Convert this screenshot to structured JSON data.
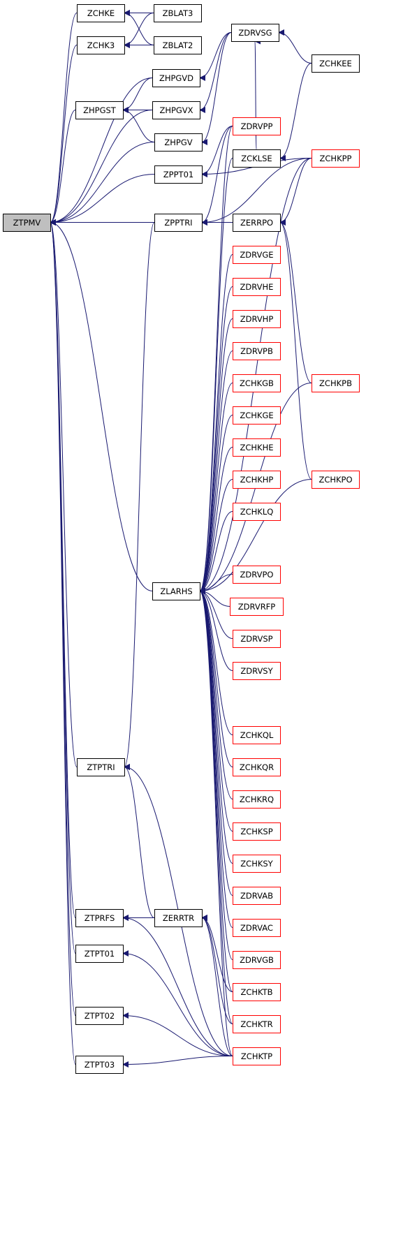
{
  "colors": {
    "edge": "#191970",
    "node_border": "#000000",
    "node_border_undocumented": "#ff0000",
    "focus_fill": "#bfbfbf",
    "node_fill": "#ffffff"
  },
  "nodes": [
    {
      "id": "ZTPMV",
      "label": "ZTPMV",
      "style": "focus"
    },
    {
      "id": "ZCHKE",
      "label": "ZCHKE",
      "style": "normal"
    },
    {
      "id": "ZBLAT3",
      "label": "ZBLAT3",
      "style": "normal"
    },
    {
      "id": "ZCHK3",
      "label": "ZCHK3",
      "style": "normal"
    },
    {
      "id": "ZBLAT2",
      "label": "ZBLAT2",
      "style": "normal"
    },
    {
      "id": "ZDRVSG",
      "label": "ZDRVSG",
      "style": "normal"
    },
    {
      "id": "ZCHKEE",
      "label": "ZCHKEE",
      "style": "normal"
    },
    {
      "id": "ZHPGVD",
      "label": "ZHPGVD",
      "style": "normal"
    },
    {
      "id": "ZHPGST",
      "label": "ZHPGST",
      "style": "normal"
    },
    {
      "id": "ZHPGVX",
      "label": "ZHPGVX",
      "style": "normal"
    },
    {
      "id": "ZDRVPP",
      "label": "ZDRVPP",
      "style": "red"
    },
    {
      "id": "ZHPGV",
      "label": "ZHPGV",
      "style": "normal"
    },
    {
      "id": "ZCKLSE",
      "label": "ZCKLSE",
      "style": "normal"
    },
    {
      "id": "ZCHKPP",
      "label": "ZCHKPP",
      "style": "red"
    },
    {
      "id": "ZPPT01",
      "label": "ZPPT01",
      "style": "normal"
    },
    {
      "id": "ZPPTRI",
      "label": "ZPPTRI",
      "style": "normal"
    },
    {
      "id": "ZERRPO",
      "label": "ZERRPO",
      "style": "normal"
    },
    {
      "id": "ZDRVGE",
      "label": "ZDRVGE",
      "style": "red"
    },
    {
      "id": "ZDRVHE",
      "label": "ZDRVHE",
      "style": "red"
    },
    {
      "id": "ZDRVHP",
      "label": "ZDRVHP",
      "style": "red"
    },
    {
      "id": "ZDRVPB",
      "label": "ZDRVPB",
      "style": "red"
    },
    {
      "id": "ZCHKGB",
      "label": "ZCHKGB",
      "style": "red"
    },
    {
      "id": "ZCHKPB",
      "label": "ZCHKPB",
      "style": "red"
    },
    {
      "id": "ZCHKGE",
      "label": "ZCHKGE",
      "style": "red"
    },
    {
      "id": "ZCHKHE",
      "label": "ZCHKHE",
      "style": "red"
    },
    {
      "id": "ZCHKHP",
      "label": "ZCHKHP",
      "style": "red"
    },
    {
      "id": "ZCHKPO",
      "label": "ZCHKPO",
      "style": "red"
    },
    {
      "id": "ZCHKLQ",
      "label": "ZCHKLQ",
      "style": "red"
    },
    {
      "id": "ZDRVPO",
      "label": "ZDRVPO",
      "style": "red"
    },
    {
      "id": "ZLARHS",
      "label": "ZLARHS",
      "style": "normal"
    },
    {
      "id": "ZDRVRFP",
      "label": "ZDRVRFP",
      "style": "red"
    },
    {
      "id": "ZDRVSP",
      "label": "ZDRVSP",
      "style": "red"
    },
    {
      "id": "ZDRVSY",
      "label": "ZDRVSY",
      "style": "red"
    },
    {
      "id": "ZCHKQL",
      "label": "ZCHKQL",
      "style": "red"
    },
    {
      "id": "ZTPTRI",
      "label": "ZTPTRI",
      "style": "normal"
    },
    {
      "id": "ZCHKQR",
      "label": "ZCHKQR",
      "style": "red"
    },
    {
      "id": "ZCHKRQ",
      "label": "ZCHKRQ",
      "style": "red"
    },
    {
      "id": "ZCHKSP",
      "label": "ZCHKSP",
      "style": "red"
    },
    {
      "id": "ZCHKSY",
      "label": "ZCHKSY",
      "style": "red"
    },
    {
      "id": "ZDRVAB",
      "label": "ZDRVAB",
      "style": "red"
    },
    {
      "id": "ZTPRFS",
      "label": "ZTPRFS",
      "style": "normal"
    },
    {
      "id": "ZERRTR",
      "label": "ZERRTR",
      "style": "normal"
    },
    {
      "id": "ZDRVAC",
      "label": "ZDRVAC",
      "style": "red"
    },
    {
      "id": "ZTPT01",
      "label": "ZTPT01",
      "style": "normal"
    },
    {
      "id": "ZDRVGB",
      "label": "ZDRVGB",
      "style": "red"
    },
    {
      "id": "ZCHKTB",
      "label": "ZCHKTB",
      "style": "red"
    },
    {
      "id": "ZTPT02",
      "label": "ZTPT02",
      "style": "normal"
    },
    {
      "id": "ZCHKTR",
      "label": "ZCHKTR",
      "style": "red"
    },
    {
      "id": "ZCHKTP",
      "label": "ZCHKTP",
      "style": "red"
    },
    {
      "id": "ZTPT03",
      "label": "ZTPT03",
      "style": "normal"
    }
  ],
  "edges": [
    [
      "ZCHKE",
      "ZTPMV"
    ],
    [
      "ZBLAT3",
      "ZCHKE"
    ],
    [
      "ZBLAT2",
      "ZCHKE"
    ],
    [
      "ZCHK3",
      "ZTPMV"
    ],
    [
      "ZBLAT3",
      "ZCHK3"
    ],
    [
      "ZBLAT2",
      "ZCHK3"
    ],
    [
      "ZHPGVD",
      "ZTPMV"
    ],
    [
      "ZDRVSG",
      "ZHPGVD"
    ],
    [
      "ZCHKEE",
      "ZDRVSG"
    ],
    [
      "ZHPGST",
      "ZTPMV"
    ],
    [
      "ZHPGVD",
      "ZHPGST"
    ],
    [
      "ZHPGVX",
      "ZHPGST"
    ],
    [
      "ZHPGV",
      "ZHPGST"
    ],
    [
      "ZDRVSG",
      "ZHPGVX"
    ],
    [
      "ZDRVSG",
      "ZHPGV"
    ],
    [
      "ZHPGVX",
      "ZTPMV"
    ],
    [
      "ZHPGV",
      "ZTPMV"
    ],
    [
      "ZCKLSE",
      "ZDRVSG"
    ],
    [
      "ZCHKEE",
      "ZCKLSE"
    ],
    [
      "ZPPT01",
      "ZTPMV"
    ],
    [
      "ZDRVPP",
      "ZPPT01"
    ],
    [
      "ZCHKPP",
      "ZPPT01"
    ],
    [
      "ZPPTRI",
      "ZTPMV"
    ],
    [
      "ZERRPO",
      "ZPPTRI"
    ],
    [
      "ZDRVPP",
      "ZPPTRI"
    ],
    [
      "ZCHKPP",
      "ZPPTRI"
    ],
    [
      "ZCHKPP",
      "ZERRPO"
    ],
    [
      "ZCHKPB",
      "ZERRPO"
    ],
    [
      "ZCHKPO",
      "ZERRPO"
    ],
    [
      "ZLARHS",
      "ZTPMV"
    ],
    [
      "ZDRVPP",
      "ZLARHS"
    ],
    [
      "ZCHKPP",
      "ZLARHS"
    ],
    [
      "ZCKLSE",
      "ZLARHS"
    ],
    [
      "ZDRVGE",
      "ZLARHS"
    ],
    [
      "ZDRVHE",
      "ZLARHS"
    ],
    [
      "ZDRVHP",
      "ZLARHS"
    ],
    [
      "ZDRVPB",
      "ZLARHS"
    ],
    [
      "ZCHKGB",
      "ZLARHS"
    ],
    [
      "ZCHKPB",
      "ZLARHS"
    ],
    [
      "ZCHKGE",
      "ZLARHS"
    ],
    [
      "ZCHKHE",
      "ZLARHS"
    ],
    [
      "ZCHKHP",
      "ZLARHS"
    ],
    [
      "ZCHKPO",
      "ZLARHS"
    ],
    [
      "ZCHKLQ",
      "ZLARHS"
    ],
    [
      "ZDRVPO",
      "ZLARHS"
    ],
    [
      "ZDRVRFP",
      "ZLARHS"
    ],
    [
      "ZDRVSP",
      "ZLARHS"
    ],
    [
      "ZDRVSY",
      "ZLARHS"
    ],
    [
      "ZCHKQL",
      "ZLARHS"
    ],
    [
      "ZCHKQR",
      "ZLARHS"
    ],
    [
      "ZCHKRQ",
      "ZLARHS"
    ],
    [
      "ZCHKSP",
      "ZLARHS"
    ],
    [
      "ZCHKSY",
      "ZLARHS"
    ],
    [
      "ZDRVAB",
      "ZLARHS"
    ],
    [
      "ZDRVAC",
      "ZLARHS"
    ],
    [
      "ZDRVGB",
      "ZLARHS"
    ],
    [
      "ZCHKTB",
      "ZLARHS"
    ],
    [
      "ZCHKTR",
      "ZLARHS"
    ],
    [
      "ZCHKTP",
      "ZLARHS"
    ],
    [
      "ZTPTRI",
      "ZTPMV"
    ],
    [
      "ZPPTRI",
      "ZTPTRI"
    ],
    [
      "ZERRTR",
      "ZTPTRI"
    ],
    [
      "ZCHKTP",
      "ZTPTRI"
    ],
    [
      "ZTPRFS",
      "ZTPMV"
    ],
    [
      "ZERRTR",
      "ZTPRFS"
    ],
    [
      "ZCHKTP",
      "ZTPRFS"
    ],
    [
      "ZCHKTB",
      "ZERRTR"
    ],
    [
      "ZCHKTR",
      "ZERRTR"
    ],
    [
      "ZCHKTP",
      "ZERRTR"
    ],
    [
      "ZTPT01",
      "ZTPMV"
    ],
    [
      "ZCHKTP",
      "ZTPT01"
    ],
    [
      "ZTPT02",
      "ZTPMV"
    ],
    [
      "ZCHKTP",
      "ZTPT02"
    ],
    [
      "ZTPT03",
      "ZTPMV"
    ],
    [
      "ZCHKTP",
      "ZTPT03"
    ]
  ]
}
